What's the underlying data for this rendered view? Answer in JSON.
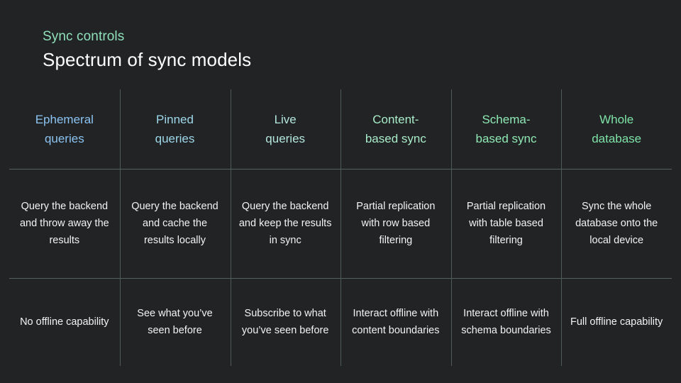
{
  "header": {
    "eyebrow": "Sync controls",
    "title": "Spectrum of sync models"
  },
  "table": {
    "columns": [
      {
        "header": "Ephemeral\nqueries",
        "header_line1": "Ephemeral",
        "header_line2": "queries",
        "header_color": "#8cc3f2",
        "description": "Query the backend and throw away the results",
        "capability": "No offline capability"
      },
      {
        "header": "Pinned\nqueries",
        "header_line1": "Pinned",
        "header_line2": "queries",
        "header_color": "#9ed8ea",
        "description": "Query the backend and cache the results locally",
        "capability": "See what you’ve seen before"
      },
      {
        "header": "Live\nqueries",
        "header_line1": "Live",
        "header_line2": "queries",
        "header_color": "#b4e6dc",
        "description": "Query the backend and keep the results in sync",
        "capability": "Subscribe to what you’ve seen before"
      },
      {
        "header": "Content-\nbased sync",
        "header_line1": "Content-",
        "header_line2": "based sync",
        "header_color": "#a9ecc9",
        "description": "Partial replication with row based filtering",
        "capability": "Interact offline with content boundaries"
      },
      {
        "header": "Schema-\nbased sync",
        "header_line1": "Schema-",
        "header_line2": "based sync",
        "header_color": "#8fe9b4",
        "description": "Partial replication with table based filtering",
        "capability": "Interact offline with schema boundaries"
      },
      {
        "header": "Whole\ndatabase",
        "header_line1": "Whole",
        "header_line2": "database",
        "header_color": "#7fe3a8",
        "description": "Sync the whole database onto the local device",
        "capability": "Full offline capability"
      }
    ]
  },
  "theme": {
    "background": "#212325",
    "body_text": "#f2f3f3",
    "eyebrow_color": "#8fe0bb",
    "title_color": "#ffffff",
    "rule_color": "#54615c"
  }
}
